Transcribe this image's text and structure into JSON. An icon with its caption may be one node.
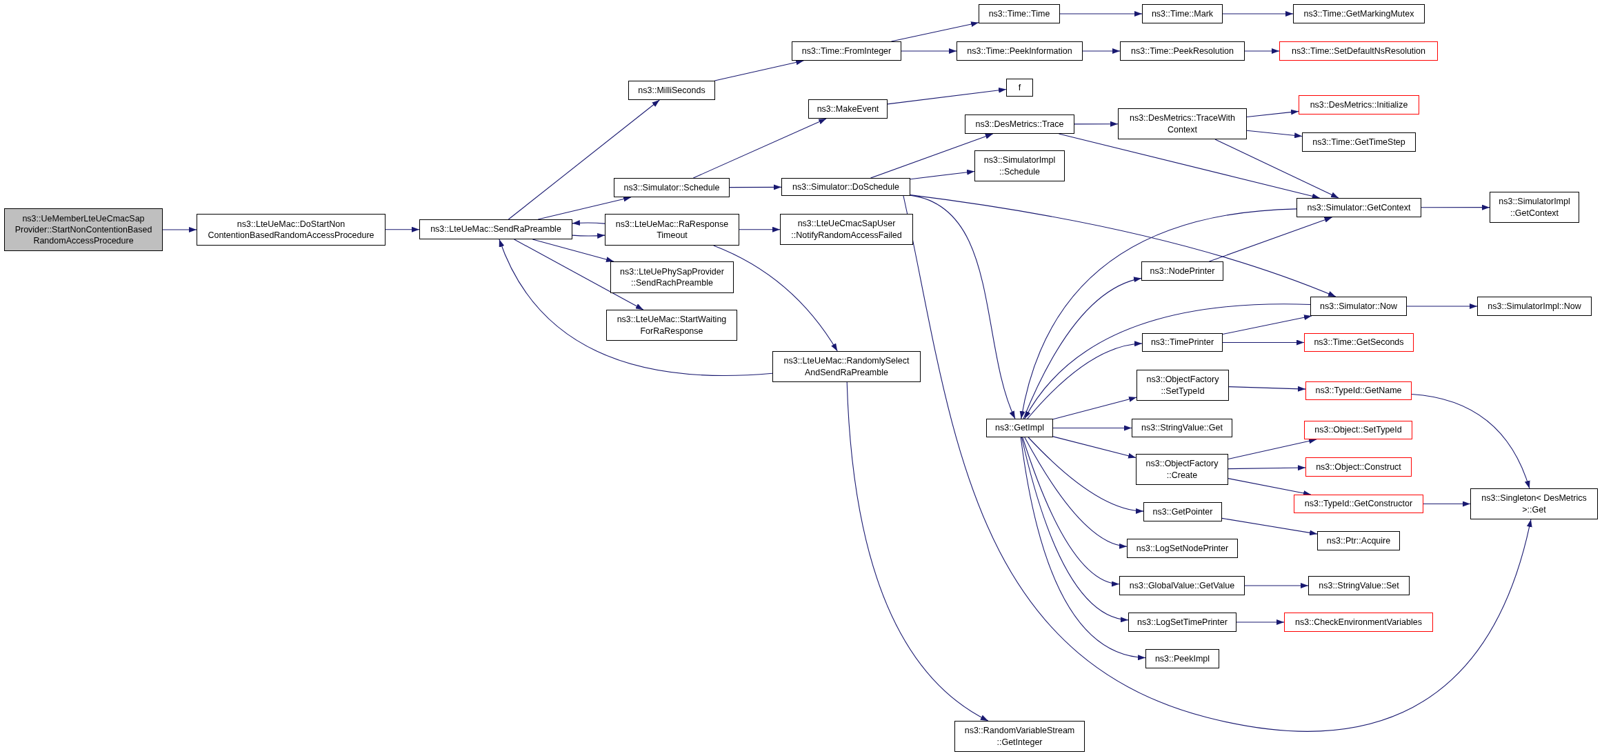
{
  "diagram": {
    "nodes": [
      {
        "text": [
          "ns3::UeMemberLteUeCmacSap Provider::StartNonContentionBased RandomAccessProcedure"
        ]
      },
      {
        "text": [
          "ns3::LteUeMac::DoStartNon ContentionBasedRandomAccessProcedure"
        ]
      },
      {
        "text": [
          "ns3::LteUeMac::SendRaPreamble"
        ]
      },
      {
        "text": [
          "ns3::MilliSeconds"
        ]
      },
      {
        "text": [
          "ns3::Simulator::Schedule"
        ]
      },
      {
        "text": [
          "ns3::LteUeMac::RaResponse Timeout"
        ]
      },
      {
        "text": [
          "ns3::LteUePhySapProvider ::SendRachPreamble"
        ]
      },
      {
        "text": [
          "ns3::LteUeMac::StartWaiting ForRaResponse"
        ]
      },
      {
        "text": [
          "ns3::LteUeMac::RandomlySelect AndSendRaPreamble"
        ]
      },
      {
        "text": [
          "ns3::LteUeCmacSapUser ::NotifyRandomAccessFailed"
        ]
      },
      {
        "text": [
          "ns3::Time::FromInteger"
        ]
      },
      {
        "text": [
          "ns3::Time::Time"
        ]
      },
      {
        "text": [
          "ns3::Time::PeekInformation"
        ]
      },
      {
        "text": [
          "ns3::Time::Mark"
        ]
      },
      {
        "text": [
          "ns3::Time::PeekResolution"
        ]
      },
      {
        "text": [
          "ns3::Time::GetMarkingMutex"
        ]
      },
      {
        "text": [
          "ns3::Time::SetDefaultNsResolution"
        ]
      },
      {
        "text": [
          "ns3::MakeEvent"
        ]
      },
      {
        "text": [
          "f"
        ]
      },
      {
        "text": [
          "ns3::Simulator::DoSchedule"
        ]
      },
      {
        "text": [
          "ns3::DesMetrics::Trace"
        ]
      },
      {
        "text": [
          "ns3::DesMetrics::TraceWith Context"
        ]
      },
      {
        "text": [
          "ns3::SimulatorImpl ::Schedule"
        ]
      },
      {
        "text": [
          "ns3::DesMetrics::Initialize"
        ]
      },
      {
        "text": [
          "ns3::Time::GetTimeStep"
        ]
      },
      {
        "text": [
          "ns3::Simulator::GetContext"
        ]
      },
      {
        "text": [
          "ns3::SimulatorImpl ::GetContext"
        ]
      },
      {
        "text": [
          "ns3::NodePrinter"
        ]
      },
      {
        "text": [
          "ns3::Simulator::Now"
        ]
      },
      {
        "text": [
          "ns3::SimulatorImpl::Now"
        ]
      },
      {
        "text": [
          "ns3::TimePrinter"
        ]
      },
      {
        "text": [
          "ns3::Time::GetSeconds"
        ]
      },
      {
        "text": [
          "ns3::ObjectFactory ::SetTypeId"
        ]
      },
      {
        "text": [
          "ns3::TypeId::GetName"
        ]
      },
      {
        "text": [
          "ns3::GetImpl"
        ]
      },
      {
        "text": [
          "ns3::StringValue::Get"
        ]
      },
      {
        "text": [
          "ns3::Object::SetTypeId"
        ]
      },
      {
        "text": [
          "ns3::ObjectFactory ::Create"
        ]
      },
      {
        "text": [
          "ns3::Object::Construct"
        ]
      },
      {
        "text": [
          "ns3::TypeId::GetConstructor"
        ]
      },
      {
        "text": [
          "ns3::Singleton< DesMetrics >::Get"
        ]
      },
      {
        "text": [
          "ns3::GetPointer"
        ]
      },
      {
        "text": [
          "ns3::Ptr::Acquire"
        ]
      },
      {
        "text": [
          "ns3::LogSetNodePrinter"
        ]
      },
      {
        "text": [
          "ns3::GlobalValue::GetValue"
        ]
      },
      {
        "text": [
          "ns3::StringValue::Set"
        ]
      },
      {
        "text": [
          "ns3::LogSetTimePrinter"
        ]
      },
      {
        "text": [
          "ns3::CheckEnvironmentVariables"
        ]
      },
      {
        "text": [
          "ns3::PeekImpl"
        ]
      },
      {
        "text": [
          "ns3::RandomVariableStream ::GetInteger"
        ]
      }
    ],
    "edges": [
      {
        "from": 0,
        "to": 1,
        "arrow": "to"
      },
      {
        "from": 1,
        "to": 2,
        "arrow": "to"
      },
      {
        "from": 2,
        "to": 3,
        "arrow": "to"
      },
      {
        "from": 2,
        "to": 4,
        "arrow": "to"
      },
      {
        "from": 2,
        "to": 5,
        "arrow": "to"
      },
      {
        "from": 5,
        "to": 2,
        "arrow": "to"
      },
      {
        "from": 2,
        "to": 6,
        "arrow": "to"
      },
      {
        "from": 2,
        "to": 7,
        "arrow": "to"
      },
      {
        "from": 8,
        "to": 2,
        "arrow": "to"
      },
      {
        "from": 3,
        "to": 10,
        "arrow": "to"
      },
      {
        "from": 4,
        "to": 17,
        "arrow": "to"
      },
      {
        "from": 4,
        "to": 19,
        "arrow": "to"
      },
      {
        "from": 5,
        "to": 9,
        "arrow": "to"
      },
      {
        "from": 5,
        "to": 8,
        "arrow": "to"
      },
      {
        "from": 10,
        "to": 11,
        "arrow": "to"
      },
      {
        "from": 10,
        "to": 12,
        "arrow": "to"
      },
      {
        "from": 11,
        "to": 13,
        "arrow": "to"
      },
      {
        "from": 13,
        "to": 15,
        "arrow": "to"
      },
      {
        "from": 12,
        "to": 14,
        "arrow": "to"
      },
      {
        "from": 14,
        "to": 16,
        "arrow": "to"
      },
      {
        "from": 17,
        "to": 18,
        "arrow": "to"
      },
      {
        "from": 19,
        "to": 20,
        "arrow": "to"
      },
      {
        "from": 19,
        "to": 22,
        "arrow": "to"
      },
      {
        "from": 19,
        "to": 28,
        "arrow": "to"
      },
      {
        "from": 19,
        "to": 34,
        "arrow": "to"
      },
      {
        "from": 19,
        "to": 40,
        "arrow": "to"
      },
      {
        "from": 20,
        "to": 21,
        "arrow": "to"
      },
      {
        "from": 20,
        "to": 25,
        "arrow": "to"
      },
      {
        "from": 21,
        "to": 23,
        "arrow": "to"
      },
      {
        "from": 21,
        "to": 24,
        "arrow": "to"
      },
      {
        "from": 21,
        "to": 25,
        "arrow": "to"
      },
      {
        "from": 25,
        "to": 26,
        "arrow": "to"
      },
      {
        "from": 25,
        "to": 34,
        "arrow": "to"
      },
      {
        "from": 34,
        "to": 27,
        "arrow": "to"
      },
      {
        "from": 27,
        "to": 25,
        "arrow": "to"
      },
      {
        "from": 28,
        "to": 34,
        "arrow": "to"
      },
      {
        "from": 28,
        "to": 29,
        "arrow": "to"
      },
      {
        "from": 34,
        "to": 30,
        "arrow": "to"
      },
      {
        "from": 30,
        "to": 28,
        "arrow": "to"
      },
      {
        "from": 30,
        "to": 31,
        "arrow": "to"
      },
      {
        "from": 34,
        "to": 32,
        "arrow": "to"
      },
      {
        "from": 32,
        "to": 33,
        "arrow": "to"
      },
      {
        "from": 33,
        "to": 40,
        "arrow": "to"
      },
      {
        "from": 34,
        "to": 35,
        "arrow": "to"
      },
      {
        "from": 34,
        "to": 37,
        "arrow": "to"
      },
      {
        "from": 37,
        "to": 36,
        "arrow": "to"
      },
      {
        "from": 37,
        "to": 38,
        "arrow": "to"
      },
      {
        "from": 37,
        "to": 39,
        "arrow": "to"
      },
      {
        "from": 39,
        "to": 40,
        "arrow": "to"
      },
      {
        "from": 34,
        "to": 41,
        "arrow": "to"
      },
      {
        "from": 41,
        "to": 42,
        "arrow": "to"
      },
      {
        "from": 34,
        "to": 43,
        "arrow": "to"
      },
      {
        "from": 34,
        "to": 44,
        "arrow": "to"
      },
      {
        "from": 44,
        "to": 45,
        "arrow": "to"
      },
      {
        "from": 34,
        "to": 46,
        "arrow": "to"
      },
      {
        "from": 46,
        "to": 47,
        "arrow": "to"
      },
      {
        "from": 34,
        "to": 48,
        "arrow": "to"
      },
      {
        "from": 8,
        "to": 49,
        "arrow": "to"
      }
    ]
  }
}
